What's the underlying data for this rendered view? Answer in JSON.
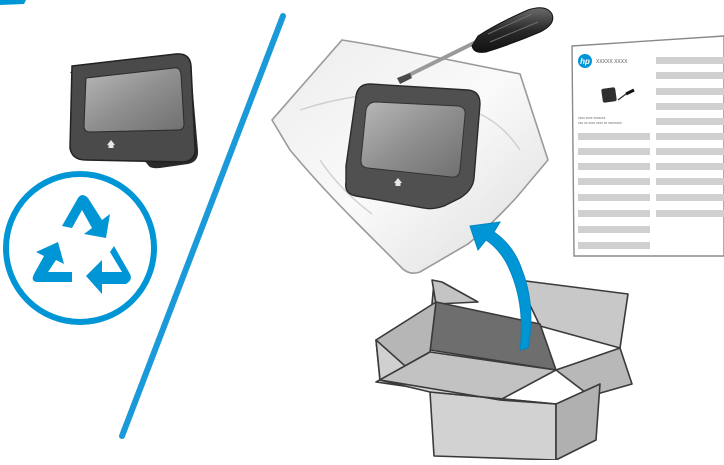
{
  "doc": {
    "logo_text": "hp",
    "model_text": "XXXXX XXXX",
    "caption_line_1": "xxxx xxxx xxxxxxx",
    "caption_line_2": "xxx xx xxxx xxxx xx xxxxxxxx"
  },
  "colors": {
    "accent_blue": "#0096d6",
    "divider_blue": "#1a9ad8",
    "device_dark": "#4a4a4a",
    "screen_gray": "#8c8c8c",
    "box_gray": "#c8c8c8"
  },
  "icons": {
    "recycle": "recycle-icon",
    "arrow": "curved-arrow-up-icon",
    "home": "home-icon"
  }
}
